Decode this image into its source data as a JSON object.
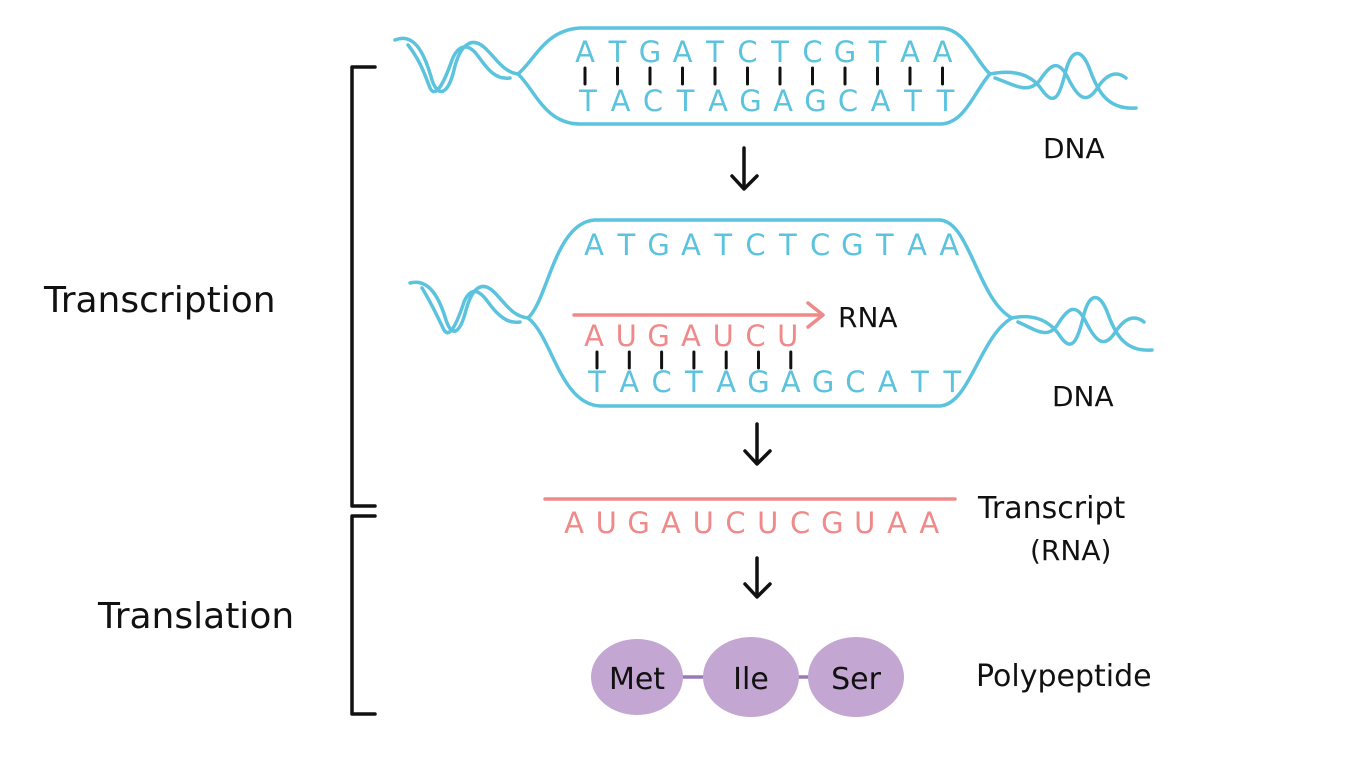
{
  "process_labels": {
    "transcription": "Transcription",
    "translation": "Translation"
  },
  "stage1": {
    "top_strand": "ATGATCTCGTAA",
    "bottom_strand": "TACTAGAGCATT",
    "label": "DNA"
  },
  "stage2": {
    "top_strand": "ATGATCTCGTAA",
    "rna_strand": "AUGAUCU",
    "rna_label": "RNA",
    "bottom_strand": "TACTAGAGCATT",
    "label": "DNA"
  },
  "stage3": {
    "transcript": "AUGAUCUCGUAA",
    "label_line1": "Transcript",
    "label_line2": "(RNA)"
  },
  "stage4": {
    "amino_acids": [
      "Met",
      "Ile",
      "Ser"
    ],
    "label": "Polypeptide"
  },
  "colors": {
    "dna": "#5bc3dd",
    "rna": "#ef8a8a",
    "amino_acid": "#c3a6d1",
    "ink": "#111111"
  }
}
